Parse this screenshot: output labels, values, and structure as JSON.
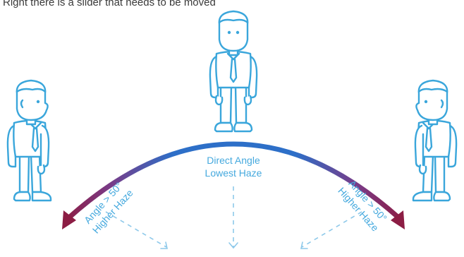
{
  "header": {
    "text": "Right there is a slider that needs to be moved"
  },
  "labels": {
    "center_line1": "Direct Angle",
    "center_line2": "Lowest Haze",
    "left_line1": "Angle > 50°",
    "left_line2": "Higher Haze",
    "right_line1": "Angle > 50°",
    "right_line2": "Higher Haze"
  },
  "colors": {
    "figure_stroke": "#3aa6db",
    "arc_blue": "#2d6fc8",
    "arc_purple": "#7a3a86",
    "arc_end": "#8c1d44",
    "label_text": "#45a9de",
    "dashed": "#8ec9ea"
  },
  "icons": [
    "person-front-icon",
    "person-left-icon",
    "person-right-icon"
  ]
}
